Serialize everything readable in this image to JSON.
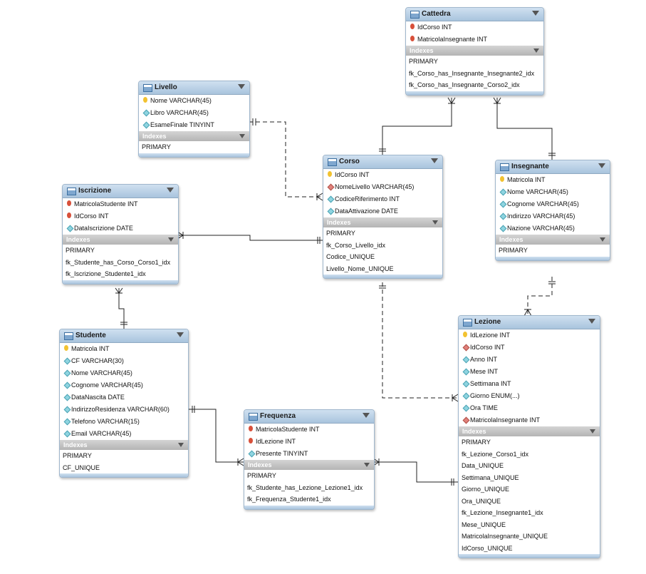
{
  "tables": [
    {
      "id": "cattedra",
      "name": "Cattedra",
      "columns": [
        {
          "icon": "foreign-key-icon",
          "text": "IdCorso INT"
        },
        {
          "icon": "foreign-key-icon",
          "text": "MatricolaInsegnante INT"
        }
      ],
      "indexes_label": "Indexes",
      "indexes": [
        "PRIMARY",
        "fk_Corso_has_Insegnante_Insegnante2_idx",
        "fk_Corso_has_Insegnante_Corso2_idx"
      ]
    },
    {
      "id": "livello",
      "name": "Livello",
      "columns": [
        {
          "icon": "primary-key-icon",
          "text": "Nome VARCHAR(45)"
        },
        {
          "icon": "column-icon",
          "text": "Libro VARCHAR(45)"
        },
        {
          "icon": "column-icon",
          "text": "EsameFinale TINYINT"
        }
      ],
      "indexes_label": "Indexes",
      "indexes": [
        "PRIMARY"
      ]
    },
    {
      "id": "corso",
      "name": "Corso",
      "columns": [
        {
          "icon": "primary-key-icon",
          "text": "IdCorso INT"
        },
        {
          "icon": "foreign-column-icon",
          "text": "NomeLivello VARCHAR(45)"
        },
        {
          "icon": "nullable-column-icon",
          "text": "CodiceRiferimento INT"
        },
        {
          "icon": "nullable-column-icon",
          "text": "DataAttivazione DATE"
        }
      ],
      "indexes_label": "Indexes",
      "indexes": [
        "PRIMARY",
        "fk_Corso_Livello_idx",
        "Codice_UNIQUE",
        "Livello_Nome_UNIQUE"
      ]
    },
    {
      "id": "iscrizione",
      "name": "Iscrizione",
      "columns": [
        {
          "icon": "foreign-key-icon",
          "text": "MatricolaStudente INT"
        },
        {
          "icon": "foreign-key-icon",
          "text": "IdCorso INT"
        },
        {
          "icon": "nullable-column-icon",
          "text": "DataIscrizione DATE"
        }
      ],
      "indexes_label": "Indexes",
      "indexes": [
        "PRIMARY",
        "fk_Studente_has_Corso_Corso1_idx",
        "fk_Iscrizione_Studente1_idx"
      ]
    },
    {
      "id": "insegnante",
      "name": "Insegnante",
      "columns": [
        {
          "icon": "primary-key-icon",
          "text": "Matricola INT"
        },
        {
          "icon": "nullable-column-icon",
          "text": "Nome VARCHAR(45)"
        },
        {
          "icon": "nullable-column-icon",
          "text": "Cognome VARCHAR(45)"
        },
        {
          "icon": "nullable-column-icon",
          "text": "Indirizzo VARCHAR(45)"
        },
        {
          "icon": "nullable-column-icon",
          "text": "Nazione VARCHAR(45)"
        }
      ],
      "indexes_label": "Indexes",
      "indexes": [
        "PRIMARY"
      ]
    },
    {
      "id": "studente",
      "name": "Studente",
      "columns": [
        {
          "icon": "primary-key-icon",
          "text": "Matricola INT"
        },
        {
          "icon": "nullable-column-icon",
          "text": "CF VARCHAR(30)"
        },
        {
          "icon": "nullable-column-icon",
          "text": "Nome VARCHAR(45)"
        },
        {
          "icon": "nullable-column-icon",
          "text": "Cognome VARCHAR(45)"
        },
        {
          "icon": "nullable-column-icon",
          "text": "DataNascita DATE"
        },
        {
          "icon": "nullable-column-icon",
          "text": "IndirizzoResidenza VARCHAR(60)"
        },
        {
          "icon": "nullable-column-icon",
          "text": "Telefono VARCHAR(15)"
        },
        {
          "icon": "nullable-column-icon",
          "text": "Email VARCHAR(45)"
        }
      ],
      "indexes_label": "Indexes",
      "indexes": [
        "PRIMARY",
        "CF_UNIQUE"
      ]
    },
    {
      "id": "lezione",
      "name": "Lezione",
      "columns": [
        {
          "icon": "primary-key-icon",
          "text": "IdLezione INT"
        },
        {
          "icon": "foreign-column-icon",
          "text": "IdCorso INT"
        },
        {
          "icon": "nullable-column-icon",
          "text": "Anno INT"
        },
        {
          "icon": "nullable-column-icon",
          "text": "Mese INT"
        },
        {
          "icon": "nullable-column-icon",
          "text": "Settimana INT"
        },
        {
          "icon": "nullable-column-icon",
          "text": "Giorno ENUM(...)"
        },
        {
          "icon": "nullable-column-icon",
          "text": "Ora TIME"
        },
        {
          "icon": "foreign-column-icon",
          "text": "MatricolaInsegnante INT"
        }
      ],
      "indexes_label": "Indexes",
      "indexes": [
        "PRIMARY",
        "fk_Lezione_Corso1_idx",
        "Data_UNIQUE",
        "Settimana_UNIQUE",
        "Giorno_UNIQUE",
        "Ora_UNIQUE",
        "fk_Lezione_Insegnante1_idx",
        "Mese_UNIQUE",
        "MatricolaInsegnante_UNIQUE",
        "IdCorso_UNIQUE"
      ]
    },
    {
      "id": "frequenza",
      "name": "Frequenza",
      "columns": [
        {
          "icon": "foreign-key-icon",
          "text": "MatricolaStudente INT"
        },
        {
          "icon": "foreign-key-icon",
          "text": "IdLezione INT"
        },
        {
          "icon": "nullable-column-icon",
          "text": "Presente TINYINT"
        }
      ],
      "indexes_label": "Indexes",
      "indexes": [
        "PRIMARY",
        "fk_Studente_has_Lezione_Lezione1_idx",
        "fk_Frequenza_Studente1_idx"
      ]
    }
  ],
  "colors": {
    "header": "#a9c4dd",
    "indexes_header": "#b4b4b4",
    "line": "#222222"
  }
}
